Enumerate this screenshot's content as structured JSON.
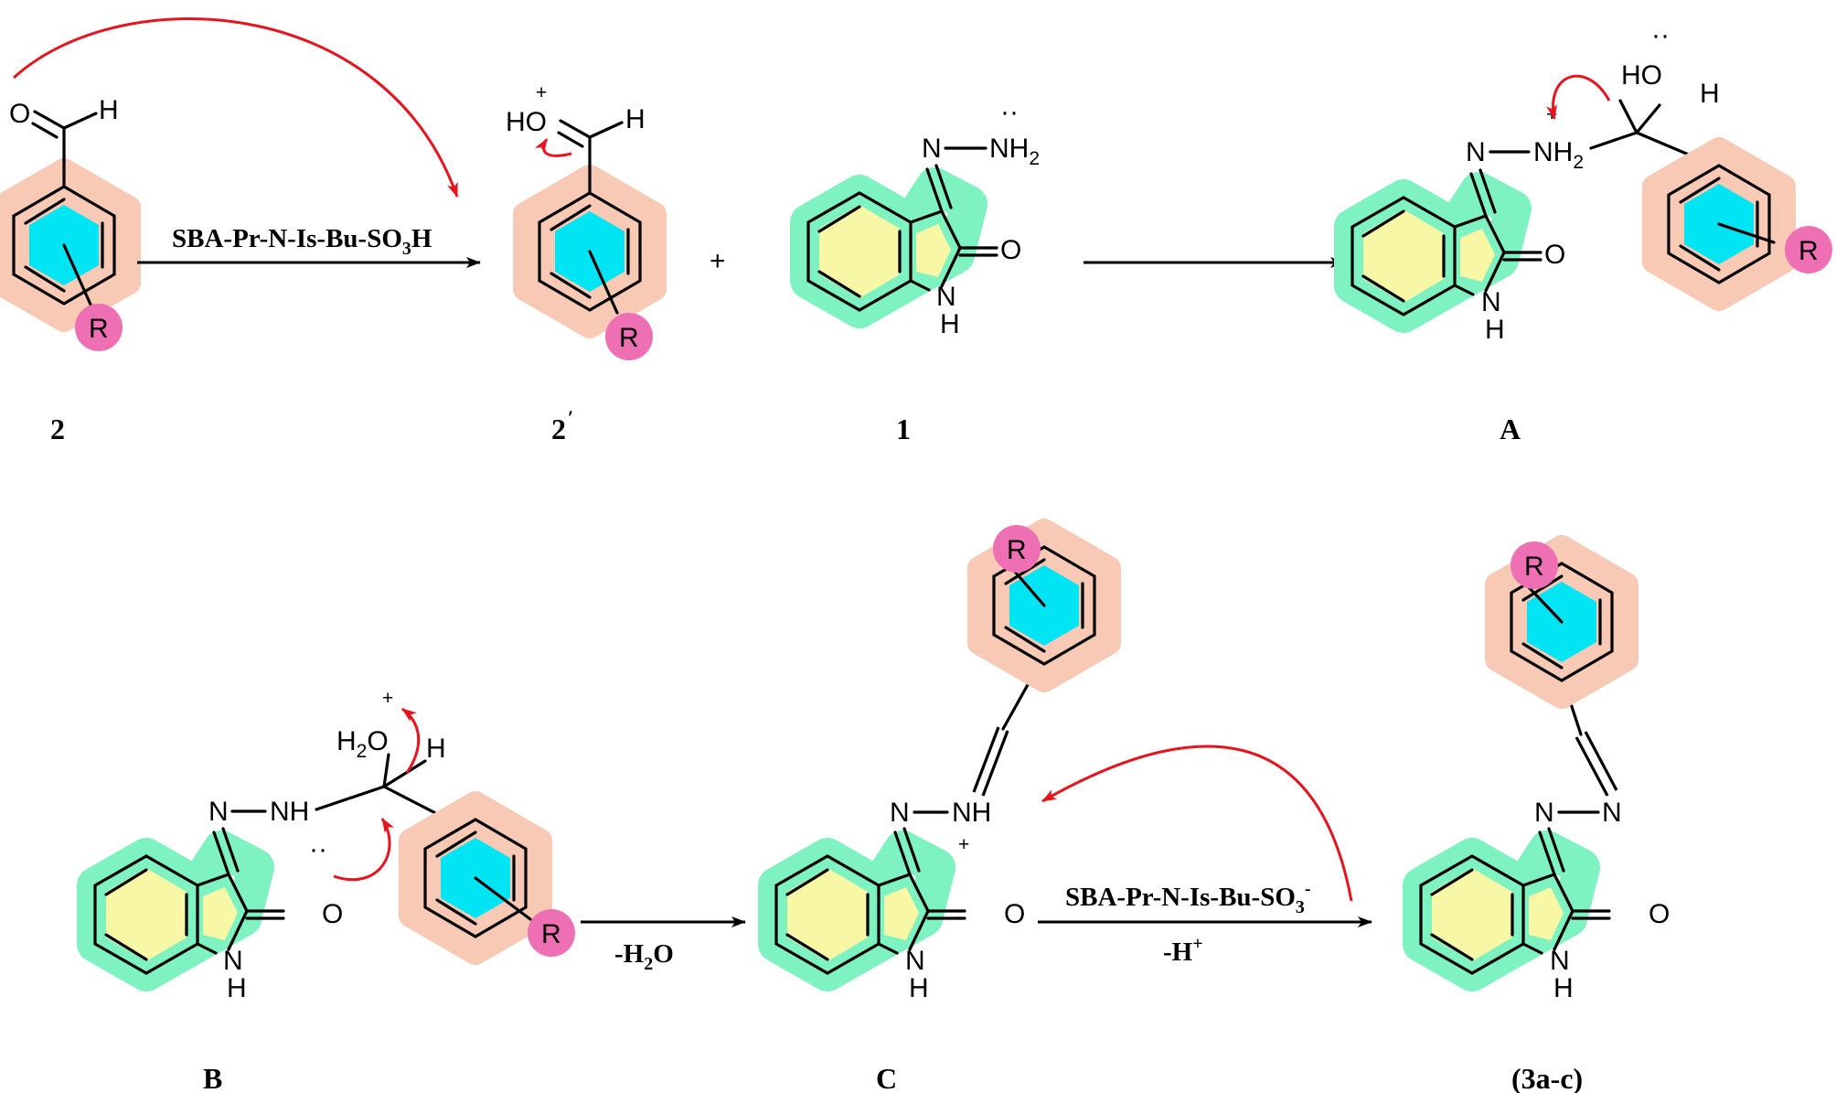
{
  "colors": {
    "green_halo": "#7ff2c2",
    "yellow_ring": "#f8f7a6",
    "salmon_halo": "#f8c9b4",
    "cyan_ring": "#00e4f4",
    "pink_r": "#ee6fb4",
    "arrow_red": "#e8141d"
  },
  "icons": [
    "curved-arrow-icon",
    "reaction-arrow-icon"
  ],
  "atoms": {
    "O": "O",
    "H": "H",
    "R": "R",
    "N": "N",
    "NH": "NH",
    "NH2": "NH",
    "two": "2",
    "HO": "HO",
    "H2O_H": "H",
    "H2O_O": "O",
    "plus": "+",
    "minus": "-",
    "lone_pair": "··"
  },
  "labels": {
    "c2": "2",
    "c2p": "2",
    "c2p_prime": "′",
    "c1": "1",
    "cA": "A",
    "cB": "B",
    "cC": "C",
    "c3": "(3a-c)"
  },
  "conditions": {
    "cat_acid": "SBA-Pr-N-Is-Bu-SO",
    "cat_acid_sub": "3",
    "cat_acid_tail": "H",
    "cat_base": "SBA-Pr-N-Is-Bu-SO",
    "cat_base_sub": "3",
    "cat_base_sup": "-",
    "dehydration": "-H",
    "dehydration_sub": "2",
    "dehydration_tail": "O",
    "deprotonation": "-H",
    "deprotonation_sup": "+",
    "plus_sign": "+"
  }
}
